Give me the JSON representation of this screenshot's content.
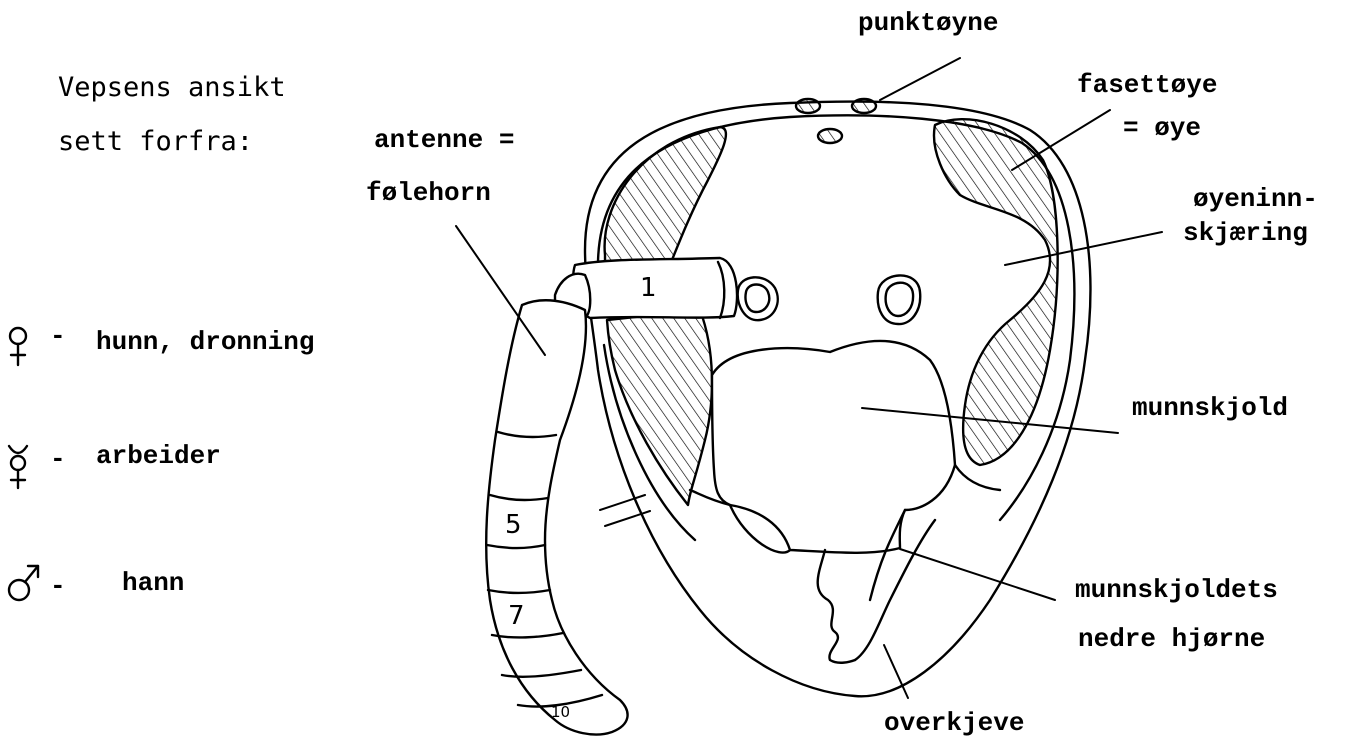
{
  "title": [
    "Vepsens ansikt",
    "sett forfra:"
  ],
  "legend": [
    {
      "symbol": "♀",
      "label": "hunn, dronning"
    },
    {
      "symbol": "☿",
      "label": "arbeider"
    },
    {
      "symbol": "♂",
      "label": "hann"
    }
  ],
  "labels": {
    "punktoyne": "punktøyne",
    "fasettoye": [
      "fasettøye",
      "= øye"
    ],
    "antenne": [
      "antenne =",
      "følehorn"
    ],
    "oyeninnskjaering": [
      "øyeninn-",
      "skjæring"
    ],
    "munnskjold": "munnskjold",
    "munnskjoldets_hjorne": [
      "munnskjoldets",
      "nedre hjørne"
    ],
    "overkjeve": "overkjeve"
  },
  "segment_numbers": [
    "1",
    "5",
    "7",
    "10"
  ]
}
